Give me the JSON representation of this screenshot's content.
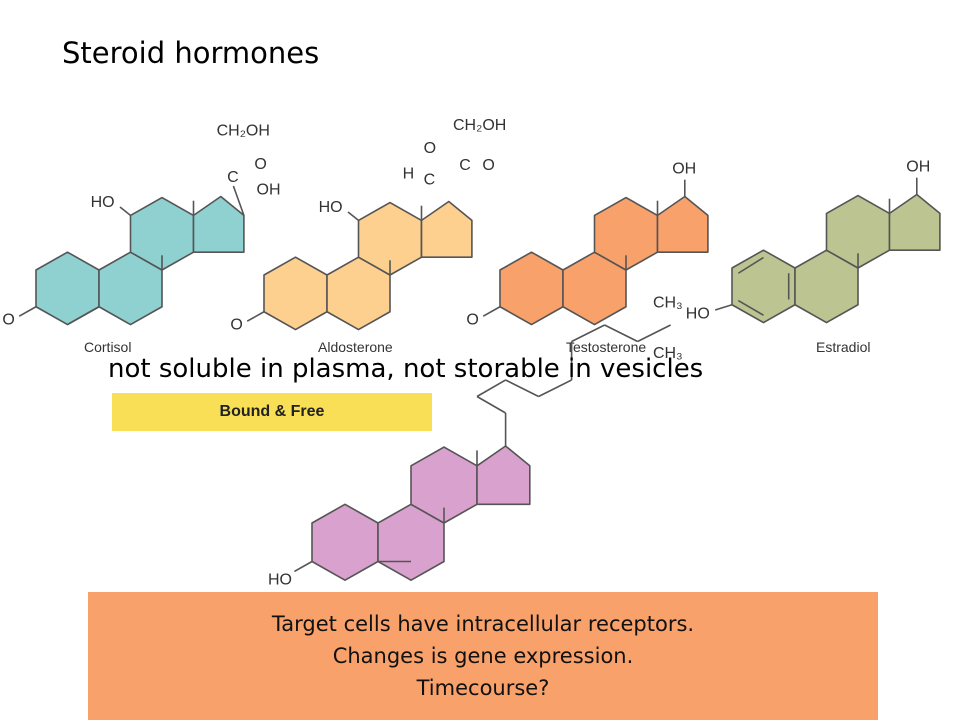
{
  "title": "Steroid hormones",
  "caption": "not soluble in plasma, not storable in vesicles",
  "badge": "Bound & Free",
  "info_lines": [
    "Target cells have intracellular receptors.",
    "Changes is gene expression.",
    "Timecourse?"
  ],
  "molecules": [
    {
      "name": "Cortisol",
      "color": "#8fd0d0"
    },
    {
      "name": "Aldosterone",
      "color": "#fdd08f"
    },
    {
      "name": "Testosterone",
      "color": "#f9a16a"
    },
    {
      "name": "Estradiol",
      "color": "#bcc592"
    },
    {
      "name": "",
      "color": "#d9a1cd"
    }
  ],
  "atom_labels": {
    "ch2oh": "CH₂OH",
    "c": "C",
    "o": "O",
    "oh": "OH",
    "ho": "HO",
    "h": "H",
    "ch3": "CH₃"
  }
}
